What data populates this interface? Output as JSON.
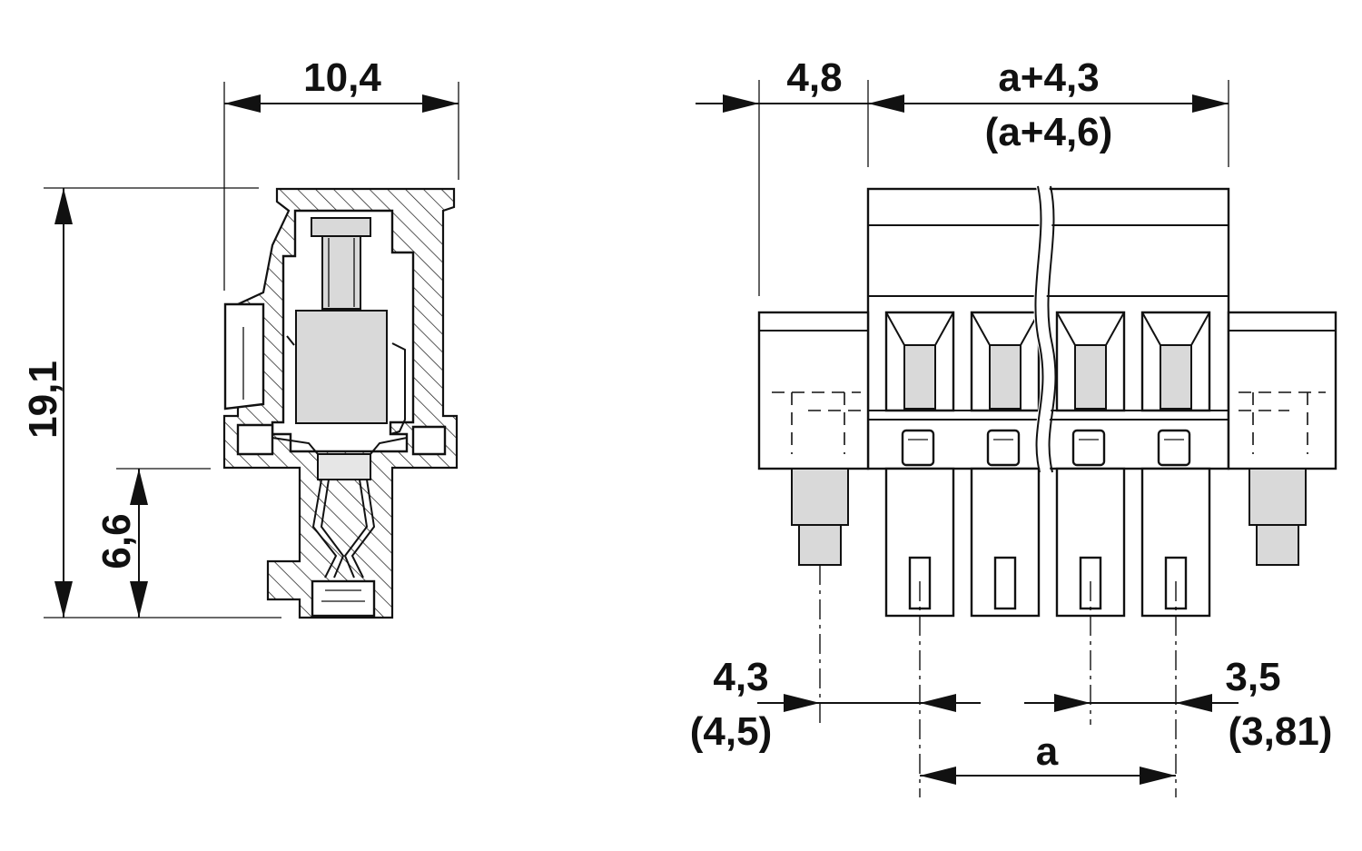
{
  "side_view": {
    "width_dim": "10,4",
    "height_dim": "19,1",
    "pin_dim": "6,6"
  },
  "front_view": {
    "flange_dim": "4,8",
    "body_dim": "a+4,3",
    "body_dim_alt": "(a+4,6)",
    "left_offset_dim": "4,3",
    "left_offset_dim_alt": "(4,5)",
    "right_offset_dim": "3,5",
    "right_offset_dim_alt": "(3,81)",
    "pitch_dim": "a"
  },
  "colors": {
    "line": "#111111",
    "fill_gray": "#d9d9d9",
    "background": "#ffffff"
  }
}
